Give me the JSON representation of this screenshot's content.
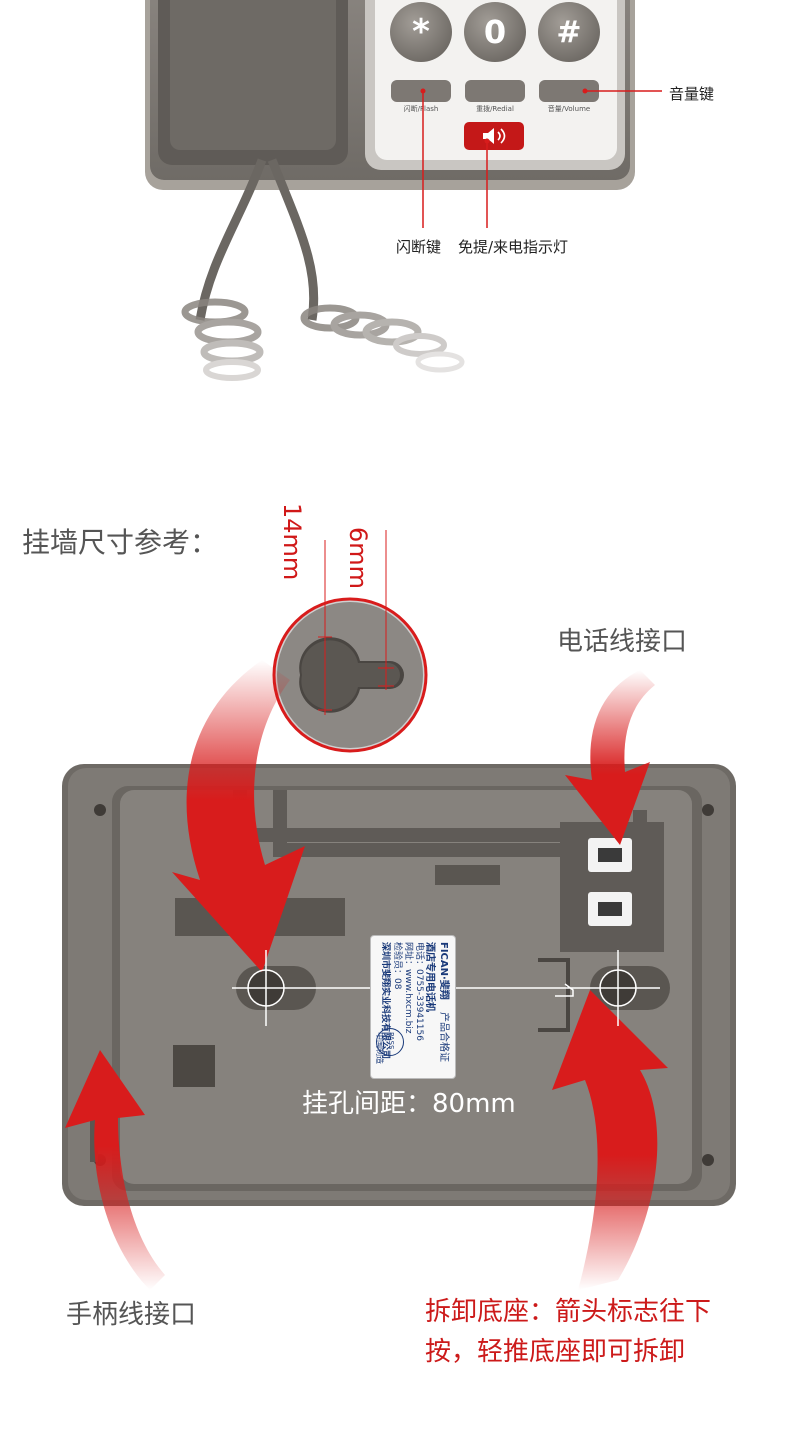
{
  "keypad": {
    "keys": [
      "*",
      "0",
      "#"
    ],
    "function_keys": [
      {
        "label": "闪断/Flash"
      },
      {
        "label": "重拨/Redial"
      },
      {
        "label": "音量/Volume"
      }
    ]
  },
  "callouts": {
    "volume_key": "音量键",
    "flash_key": "闪断键",
    "handsfree_light": "免提/来电指示灯"
  },
  "wall_mount": {
    "title": "挂墙尺寸参考：",
    "dim_14": "14mm",
    "dim_6": "6mm",
    "line_port": "电话线接口",
    "hole_spacing": "挂孔间距：80mm",
    "handset_port": "手柄线接口",
    "remove_base_line1": "拆卸底座：箭头标志往下",
    "remove_base_line2": "按，轻推底座即可拆卸"
  },
  "sticker": {
    "brand": "FICAN·斐翔",
    "cert": "产品合格证",
    "product": "酒店专用电话机",
    "phone": "电话：0755-33941156",
    "web": "网址：www.hxcm.biz",
    "inspector": "检验员：08",
    "company": "深圳市斐翔实业科技有限公司",
    "made_in": "中国制造",
    "pass": "PASS"
  },
  "colors": {
    "accent_red": "#d81c1c",
    "body_gray": "#7e7a75"
  }
}
